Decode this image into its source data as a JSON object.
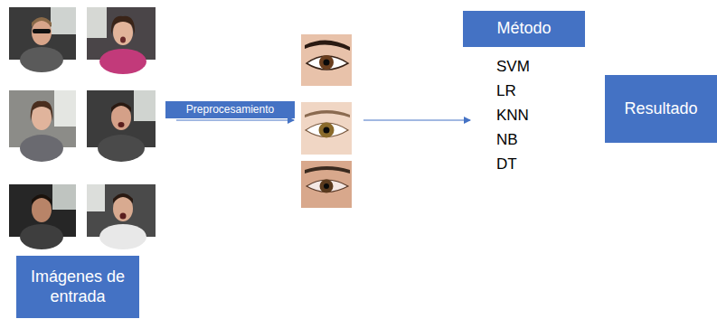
{
  "diagram": {
    "nodes": [
      {
        "text": [
          "Imágenes de entrada"
        ]
      },
      {
        "text": [
          "Preprocesamiento"
        ]
      },
      {
        "text": [
          "Método"
        ]
      },
      {
        "text": [
          "Resultado"
        ]
      }
    ],
    "labels": [
      "SVM",
      "LR",
      "KNN",
      "NB",
      "DT"
    ]
  }
}
